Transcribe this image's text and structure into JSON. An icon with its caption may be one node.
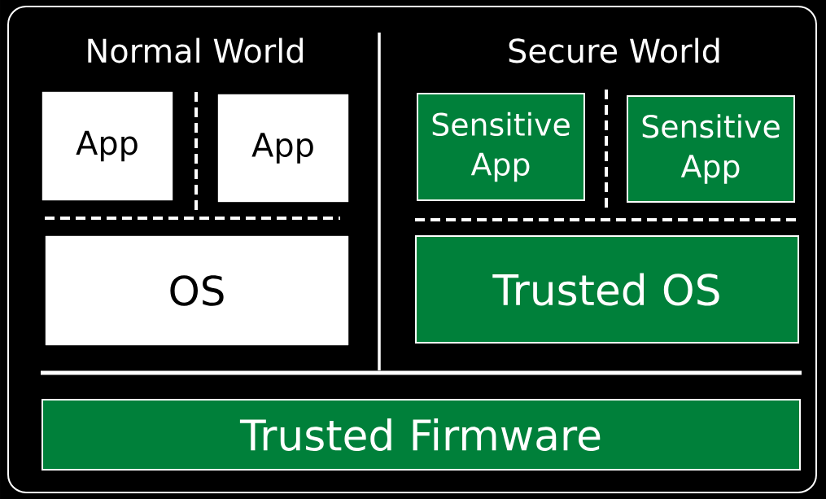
{
  "diagram": {
    "nodes": [
      {
        "text": [
          "App"
        ]
      },
      {
        "text": [
          "App"
        ]
      },
      {
        "text": [
          "OS"
        ]
      },
      {
        "text": [
          "Sensitive App"
        ]
      },
      {
        "text": [
          "Sensitive App"
        ]
      },
      {
        "text": [
          "Trusted OS"
        ]
      },
      {
        "text": [
          "Trusted Firmware"
        ]
      }
    ],
    "labels": [
      "Normal World",
      "Secure World"
    ]
  }
}
